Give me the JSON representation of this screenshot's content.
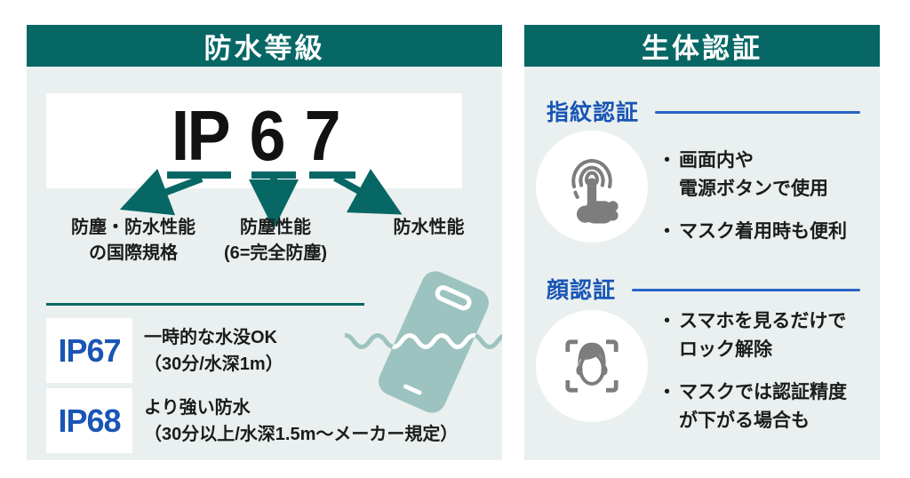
{
  "colors": {
    "teal": "#076765",
    "panel_bg": "#e9f0ef",
    "blue": "#1955b5",
    "icon_gray": "#7d7d7d",
    "phone_teal": "#9cc3c0",
    "text_dark": "#1c1c1c"
  },
  "left_panel": {
    "title": "防水等級",
    "ip_code": {
      "prefix": "IP",
      "digit1": "6",
      "digit2": "7"
    },
    "labels": {
      "prefix": "防塵・防水性能\nの国際規格",
      "digit1": "防塵性能\n(6=完全防塵)",
      "digit2": "防水性能"
    },
    "ratings": [
      {
        "code": "IP67",
        "desc": "一時的な水没OK\n（30分/水深1m）"
      },
      {
        "code": "IP68",
        "desc": "より強い防水\n（30分以上/水深1.5m～メーカー規定）"
      }
    ]
  },
  "right_panel": {
    "title": "生体認証",
    "bullet_char": "・",
    "sections": [
      {
        "heading": "指紋認証",
        "icon": "fingerprint-touch-icon",
        "bullets": [
          "画面内や\n電源ボタンで使用",
          "マスク着用時も便利"
        ]
      },
      {
        "heading": "顔認証",
        "icon": "face-scan-icon",
        "bullets": [
          "スマホを見るだけで\nロック解除",
          "マスクでは認証精度\nが下がる場合も"
        ]
      }
    ]
  }
}
